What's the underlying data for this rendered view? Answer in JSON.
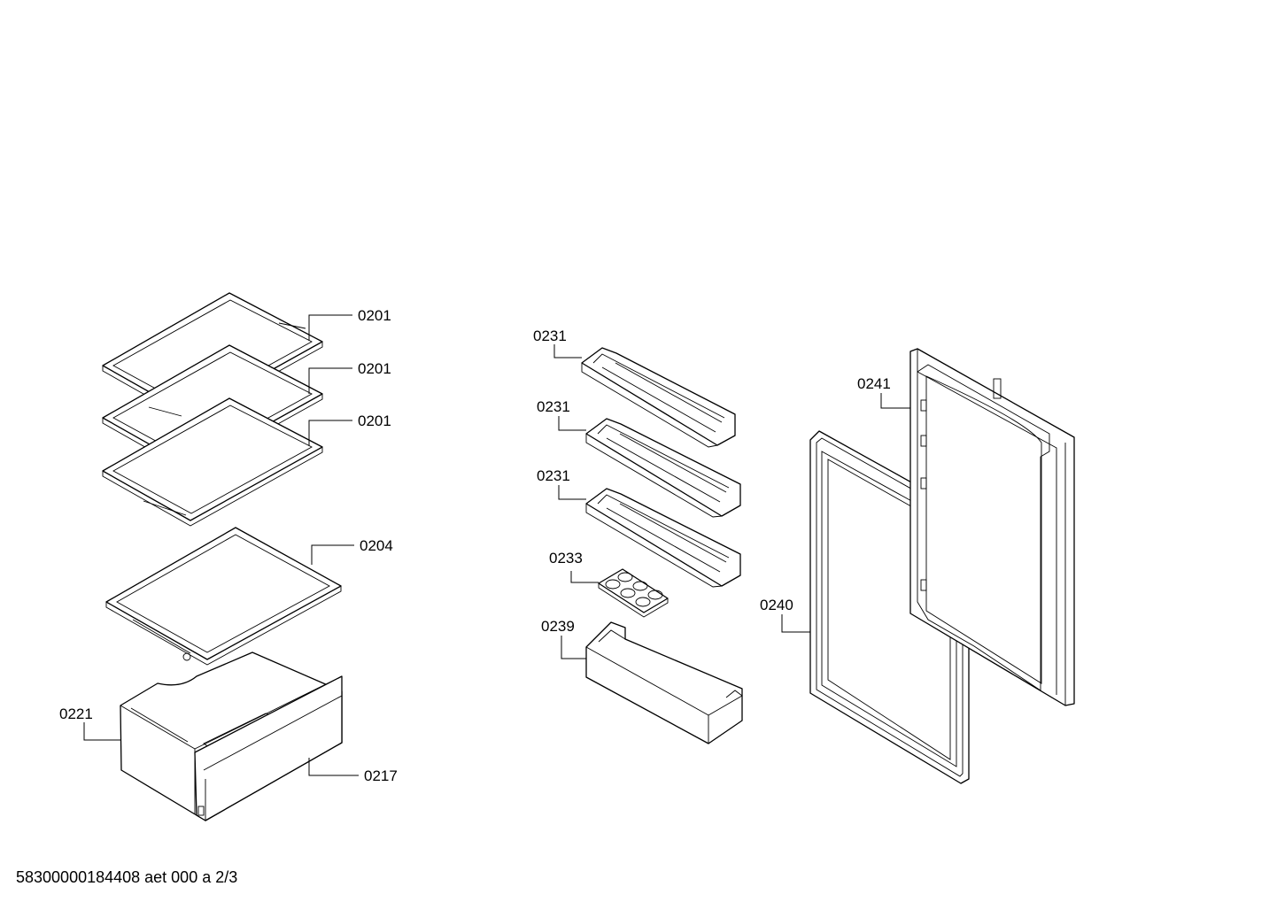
{
  "callouts": [
    {
      "id": "shelf-1",
      "label": "0201"
    },
    {
      "id": "shelf-2",
      "label": "0201"
    },
    {
      "id": "shelf-3",
      "label": "0201"
    },
    {
      "id": "shelf-bottom",
      "label": "0204"
    },
    {
      "id": "crisper-drawer",
      "label": "0221"
    },
    {
      "id": "drawer-front",
      "label": "0217"
    },
    {
      "id": "door-shelf-1",
      "label": "0231"
    },
    {
      "id": "door-shelf-2",
      "label": "0231"
    },
    {
      "id": "door-shelf-3",
      "label": "0231"
    },
    {
      "id": "egg-tray",
      "label": "0233"
    },
    {
      "id": "bottle-shelf",
      "label": "0239"
    },
    {
      "id": "door-gasket",
      "label": "0240"
    },
    {
      "id": "door-inner",
      "label": "0241"
    }
  ],
  "footer": {
    "text": "58300000184408 aet 000 a 2/3"
  }
}
